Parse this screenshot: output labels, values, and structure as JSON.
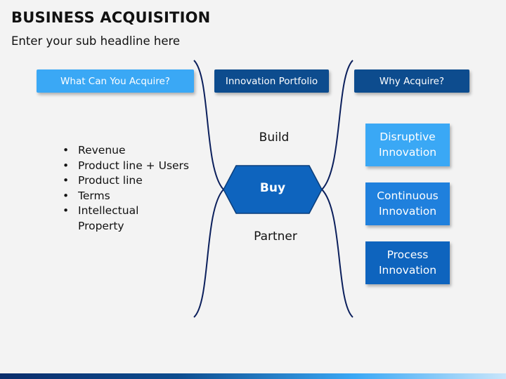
{
  "title": "BUSINESS ACQUISITION",
  "subtitle": "Enter your sub headline here",
  "headers": {
    "left": "What Can You Acquire?",
    "middle": "Innovation Portfolio",
    "right": "Why Acquire?"
  },
  "acquire_list": [
    "Revenue",
    "Product line + Users",
    "Product line",
    "Terms",
    "Intellectual Property"
  ],
  "portfolio": {
    "top": "Build",
    "center": "Buy",
    "bottom": "Partner"
  },
  "reasons": [
    {
      "line1": "Disruptive",
      "line2": "Innovation"
    },
    {
      "line1": "Continuous",
      "line2": "Innovation"
    },
    {
      "line1": "Process",
      "line2": "Innovation"
    }
  ],
  "colors": {
    "light_blue": "#3aa8f5",
    "medium_blue": "#1f80dd",
    "dark_blue": "#0d4c8e",
    "bracket_navy": "#0b1f5c"
  }
}
